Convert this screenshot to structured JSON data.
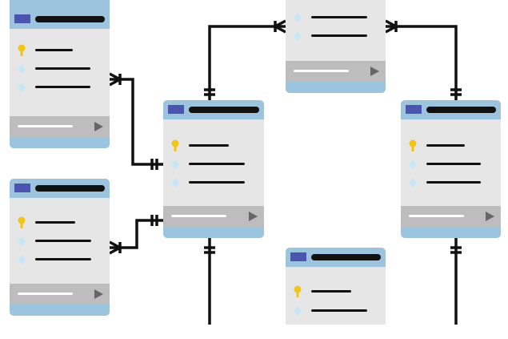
{
  "diagram": {
    "kind": "entity-relationship",
    "palette": {
      "card_body": "#e6e6e6",
      "card_header": "#9cc4df",
      "card_tag": "#4b55b0",
      "card_footer": "#bdbdbd",
      "primary_key_icon": "#f2c418",
      "field_icon": "#c8e6f5",
      "connector": "#111111"
    },
    "tables": [
      {
        "id": "table-top-left",
        "rows": [
          "key-icon",
          "diamond-icon",
          "diamond-icon"
        ]
      },
      {
        "id": "table-mid-left",
        "rows": [
          "key-icon",
          "diamond-icon",
          "diamond-icon"
        ]
      },
      {
        "id": "table-center",
        "rows": [
          "key-icon",
          "diamond-icon",
          "diamond-icon"
        ]
      },
      {
        "id": "table-top-middle",
        "rows": [
          "diamond-icon",
          "diamond-icon"
        ]
      },
      {
        "id": "table-right",
        "rows": [
          "key-icon",
          "diamond-icon",
          "diamond-icon"
        ]
      },
      {
        "id": "table-bottom-middle",
        "rows": [
          "key-icon",
          "diamond-icon"
        ]
      }
    ],
    "relationships": [
      {
        "from": "table-top-left",
        "to": "table-center",
        "from_end": "one-or-many",
        "to_end": "one-and-only-one"
      },
      {
        "from": "table-mid-left",
        "to": "table-center",
        "from_end": "one-or-many",
        "to_end": "one-and-only-one"
      },
      {
        "from": "table-center",
        "to": "table-top-middle",
        "from_end": "one-and-only-one",
        "to_end": "one-or-many"
      },
      {
        "from": "table-top-middle",
        "to": "table-right",
        "from_end": "one-or-many",
        "to_end": "one-and-only-one"
      }
    ]
  }
}
